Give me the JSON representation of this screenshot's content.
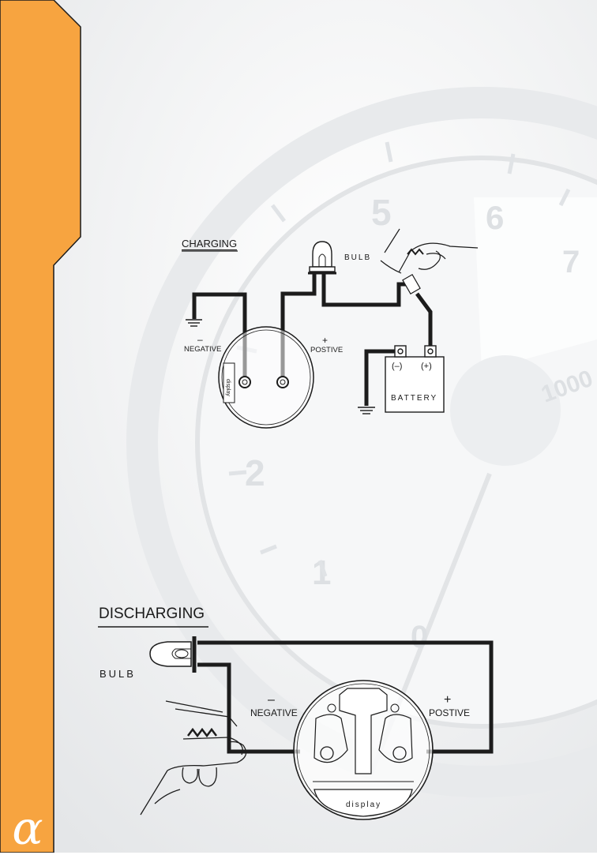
{
  "charging": {
    "title": "CHARGING",
    "bulb": "BULB",
    "negative_sign": "–",
    "negative": "NEGATIVE",
    "positive_sign": "+",
    "positive": "POSTIVE",
    "display": "display",
    "battery": "BATTERY",
    "battery_minus": "(–)",
    "battery_plus": "(+)"
  },
  "discharging": {
    "title": "DISCHARGING",
    "bulb": "BULB",
    "negative_sign": "–",
    "negative": "NEGATIVE",
    "positive_sign": "+",
    "positive": "POSTIVE",
    "display": "display"
  },
  "background_gauge": [
    "1",
    "2",
    "5",
    "6",
    "7",
    "0",
    "1000"
  ],
  "logo": "α",
  "colors": {
    "accent": "#f7a440",
    "wire": "#1c1c1c",
    "gauge": "#dfe2e4"
  }
}
